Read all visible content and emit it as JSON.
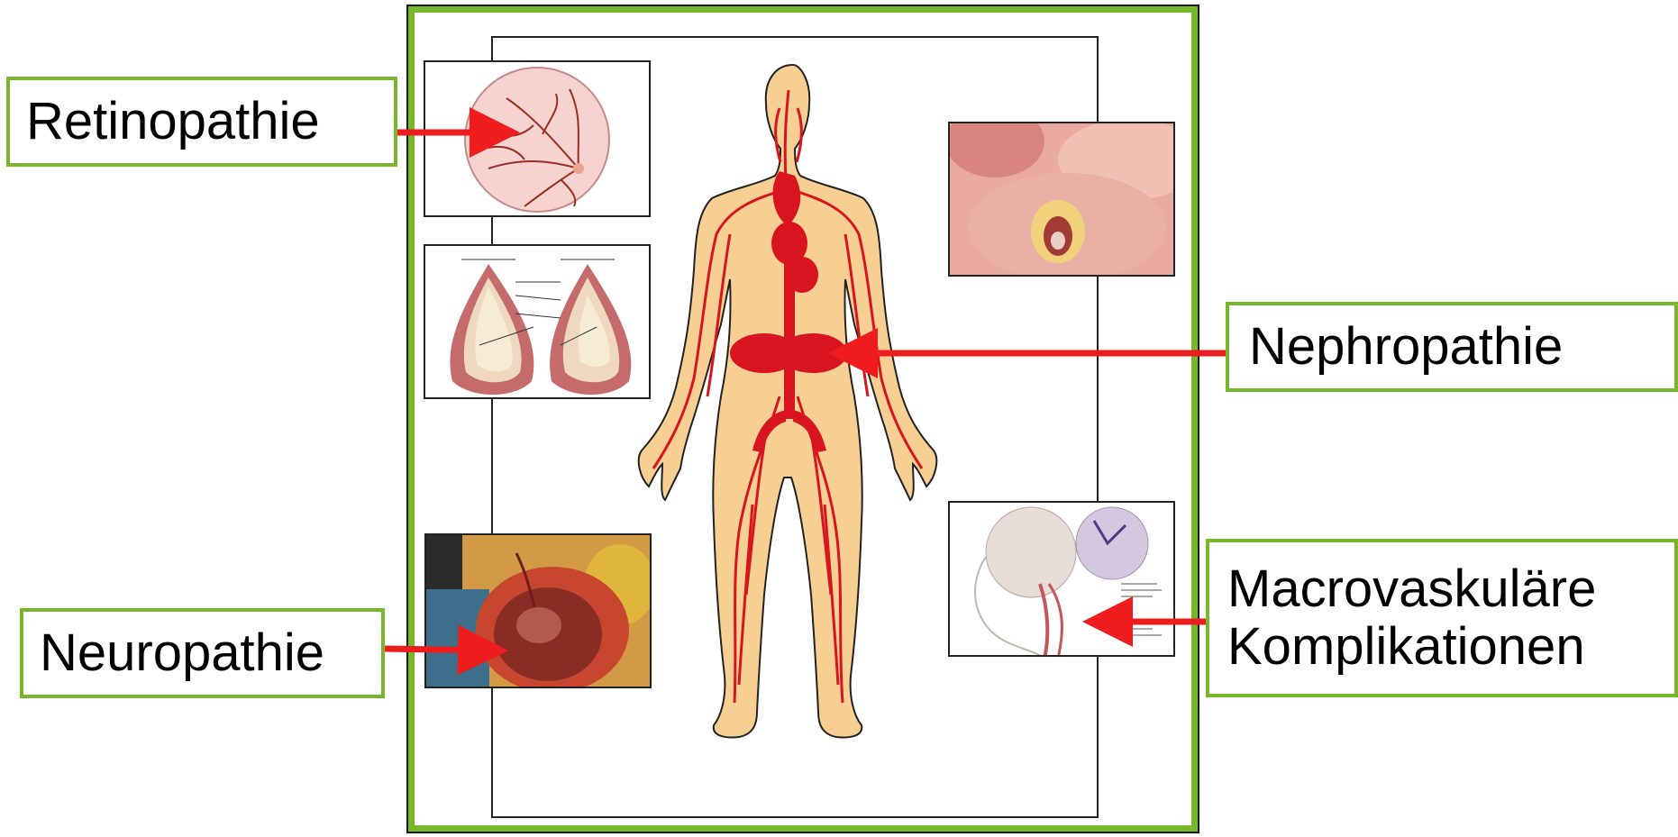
{
  "labels": {
    "retinopathie": "Retinopathie",
    "nephropathie": "Nephropathie",
    "neuropathie": "Neuropathie",
    "macro_line1": "Macrovaskuläre",
    "macro_line2": "Komplikationen"
  },
  "colors": {
    "frame_green": "#76b82a",
    "arrow_red": "#ee1c1c",
    "skin": "#f8cf92",
    "vessel_red": "#d8141e"
  },
  "icons": [
    "retina-image",
    "artery-plaque-image",
    "foot-ulcer-image",
    "foot-wound-image",
    "brain-vessels-image",
    "body-circulation-figure",
    "arrow-icon"
  ]
}
